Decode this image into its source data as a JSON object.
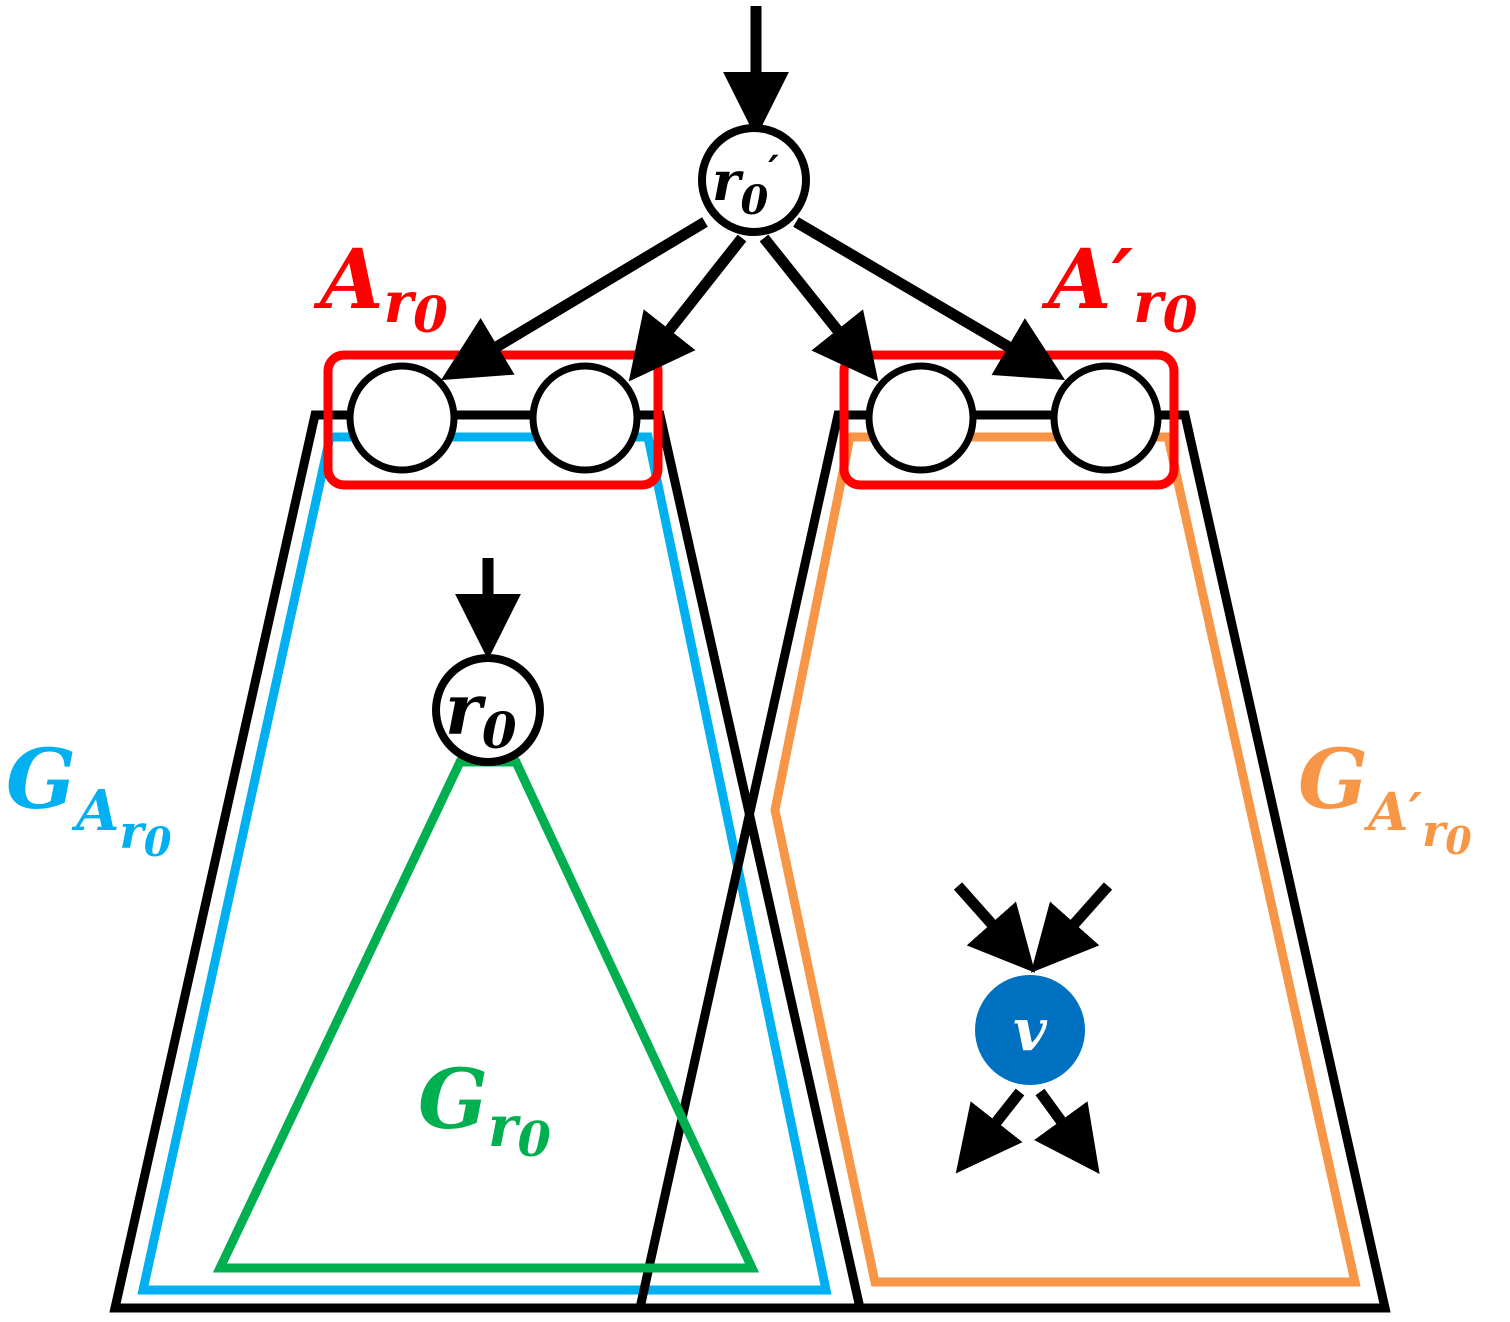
{
  "colors": {
    "black": "#000000",
    "red": "#ff0000",
    "blue": "#00b0f0",
    "green": "#00b050",
    "orange": "#f79646",
    "node_fill": "#0070c0"
  },
  "labels": {
    "root_prime": {
      "base": "r",
      "sub": "0",
      "prime": "′"
    },
    "root": {
      "base": "r",
      "sub": "0"
    },
    "A_r0": {
      "base": "A",
      "sub_base": "r",
      "sub_sub": "0"
    },
    "A_prime_r0": {
      "base": "A′",
      "sub_base": "r",
      "sub_sub": "0"
    },
    "G_A_r0": {
      "base": "G",
      "sub_base": "A",
      "sub_sub_base": "r",
      "sub_sub_sub": "0"
    },
    "G_A_prime_r0": {
      "base": "G",
      "sub_base": "A′",
      "sub_sub_base": "r",
      "sub_sub_sub": "0"
    },
    "G_r0": {
      "base": "G",
      "sub_base": "r",
      "sub_sub": "0"
    },
    "v": "v"
  }
}
